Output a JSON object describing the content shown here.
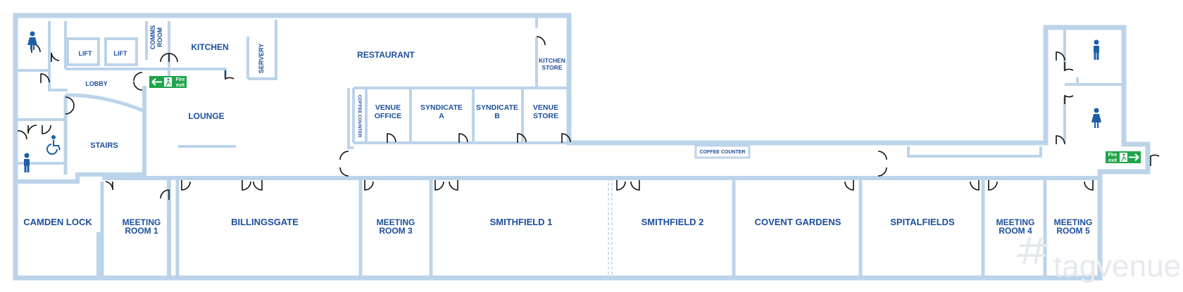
{
  "rooms": {
    "camden_lock": "CAMDEN LOCK",
    "meeting_room_1": [
      "MEETING",
      "ROOM 1"
    ],
    "billingsgate": "BILLINGSGATE",
    "meeting_room_3": [
      "MEETING",
      "ROOM 3"
    ],
    "smithfield_1": "SMITHFIELD 1",
    "smithfield_2": "SMITHFIELD 2",
    "covent_gardens": "COVENT GARDENS",
    "spitalfields": "SPITALFIELDS",
    "meeting_room_4": [
      "MEETING",
      "ROOM 4"
    ],
    "meeting_room_5": [
      "MEETING",
      "ROOM 5"
    ],
    "lift_1": "LIFT",
    "lift_2": "LIFT",
    "comms_room": [
      "COMMS",
      "ROOM"
    ],
    "kitchen": "KITCHEN",
    "servery": "SERVERY",
    "restaurant": "RESTAURANT",
    "kitchen_store": [
      "KITCHEN",
      "STORE"
    ],
    "lobby": "LOBBY",
    "lounge": "LOUNGE",
    "stairs": "STAIRS",
    "coffee_counter_vertical": "COFFEE COUNTER",
    "venue_office": [
      "VENUE",
      "OFFICE"
    ],
    "syndicate_a": [
      "SYNDICATE",
      "A"
    ],
    "syndicate_b": [
      "SYNDICATE",
      "B"
    ],
    "venue_store": [
      "VENUE",
      "STORE"
    ],
    "coffee_counter_corridor": "COFFEE COUNTER"
  },
  "fire_exit": {
    "text_line1": "Fire",
    "text_line2": "exit"
  },
  "icons": [
    "female-toilet-icon",
    "male-toilet-icon",
    "accessible-toilet-icon",
    "fire-exit-sign-icon",
    "door-swing-icon"
  ],
  "watermark": "tagvenue",
  "colors": {
    "wall": "#bcd4ea",
    "label": "#1c4f9c",
    "fire_exit_sign": "#1fa54a",
    "toilet_icon": "#1c5fa8",
    "door": "#111111",
    "watermark": "#e6e9ee"
  }
}
